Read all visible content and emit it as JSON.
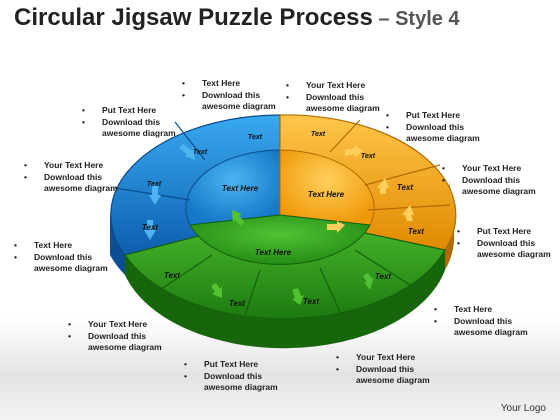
{
  "title": {
    "main": "Circular Jigsaw Puzzle Process",
    "sub": " – Style 4"
  },
  "puzzle": {
    "center_blue": "Text Here",
    "center_orange": "Text Here",
    "center_green": "Text Here",
    "pieces": [
      "Text",
      "Text",
      "Text",
      "Text",
      "Text",
      "Text",
      "Text",
      "Text",
      "Text",
      "Text",
      "Text",
      "Text"
    ]
  },
  "annotations": [
    {
      "bullet": "•",
      "title": "Text Here",
      "line1": "Download this",
      "line2": "awesome diagram"
    },
    {
      "bullet": "•",
      "title": "Your Text Here",
      "line1": "Download this",
      "line2": "awesome diagram"
    },
    {
      "bullet": "•",
      "title": "Put Text Here",
      "line1": "Download this",
      "line2": "awesome diagram"
    },
    {
      "bullet": "•",
      "title": "Put Text Here",
      "line1": "Download this",
      "line2": "awesome diagram"
    },
    {
      "bullet": "•",
      "title": "Your Text Here",
      "line1": "Download this",
      "line2": "awesome diagram"
    },
    {
      "bullet": "•",
      "title": "Your Text Here",
      "line1": "Download this",
      "line2": "awesome diagram"
    },
    {
      "bullet": "•",
      "title": "Put Text Here",
      "line1": "Download this",
      "line2": "awesome diagram"
    },
    {
      "bullet": "•",
      "title": "Text Here",
      "line1": "Download this",
      "line2": "awesome diagram"
    },
    {
      "bullet": "•",
      "title": "Text Here",
      "line1": "Download this",
      "line2": "awesome diagram"
    },
    {
      "bullet": "•",
      "title": "Your Text Here",
      "line1": "Download this",
      "line2": "awesome diagram"
    },
    {
      "bullet": "•",
      "title": "Put Text Here",
      "line1": "Download this",
      "line2": "awesome diagram"
    },
    {
      "bullet": "•",
      "title": "Your Text Here",
      "line1": "Download this",
      "line2": "awesome diagram"
    }
  ],
  "logo": "Your Logo",
  "colors": {
    "blue": "#1a86d6",
    "orange": "#f2a516",
    "green": "#2e9a1c"
  }
}
